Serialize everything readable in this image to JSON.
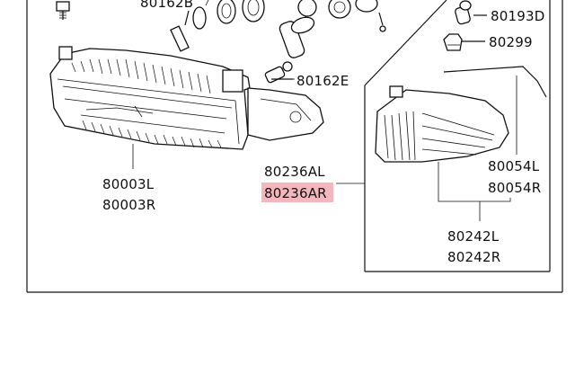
{
  "labels": {
    "top_left_partial": "80162B",
    "bulb_80193d": "80193D",
    "bulb_80299": "80299",
    "bulb_80162e": "80162E",
    "corner_al": "80236AL",
    "corner_ar": "80236AR",
    "lens_l": "80054L",
    "lens_r": "80054R",
    "housing_l": "80242L",
    "housing_r": "80242R",
    "headlamp_l": "80003L",
    "headlamp_r": "80003R"
  },
  "colors": {
    "highlight": "#f4b7bd",
    "line": "#111111",
    "background": "#ffffff"
  }
}
